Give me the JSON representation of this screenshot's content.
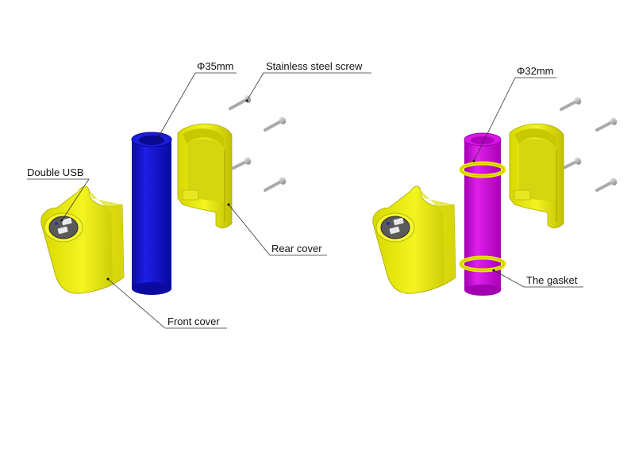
{
  "diagram": {
    "type": "exploded-assembly",
    "colors": {
      "cover_yellow": "#f2f21a",
      "cover_shade": "#c8c800",
      "tube_blue": "#1414c8",
      "tube_magenta": "#d010d8",
      "screw_gray": "#b8b8b8",
      "usb_panel": "#555555",
      "leader_line": "#333333"
    },
    "left_assembly": {
      "labels": {
        "tube_diameter": "Φ35mm",
        "screw": "Stainless steel screw",
        "usb": "Double USB",
        "rear_cover": "Rear cover",
        "front_cover": "Front cover"
      },
      "tube_color": "blue",
      "screw_count": 4
    },
    "right_assembly": {
      "labels": {
        "tube_diameter": "Φ32mm",
        "gasket": "The gasket"
      },
      "tube_color": "magenta",
      "gasket_count": 2,
      "screw_count": 4
    }
  }
}
